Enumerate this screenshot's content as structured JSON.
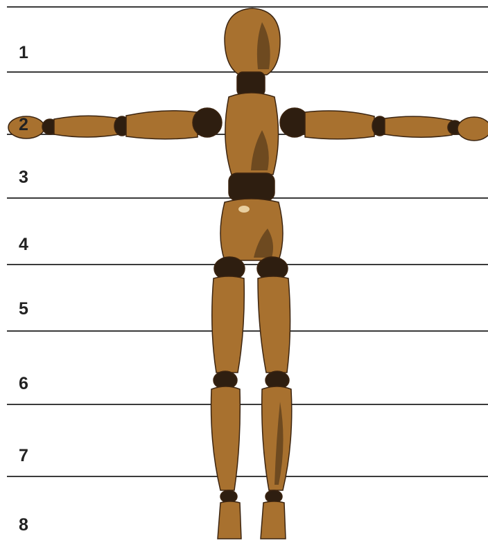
{
  "figure": {
    "band_labels": [
      "1",
      "2",
      "3",
      "4",
      "5",
      "6",
      "7",
      "8"
    ]
  },
  "colors": {
    "wood": "#a8712f",
    "wood_light": "#c89a5a",
    "wood_shadow": "#6e4a20",
    "joint": "#2e1e10",
    "outline": "#3b2410",
    "line": "#3a3a3a",
    "label": "#222222"
  }
}
